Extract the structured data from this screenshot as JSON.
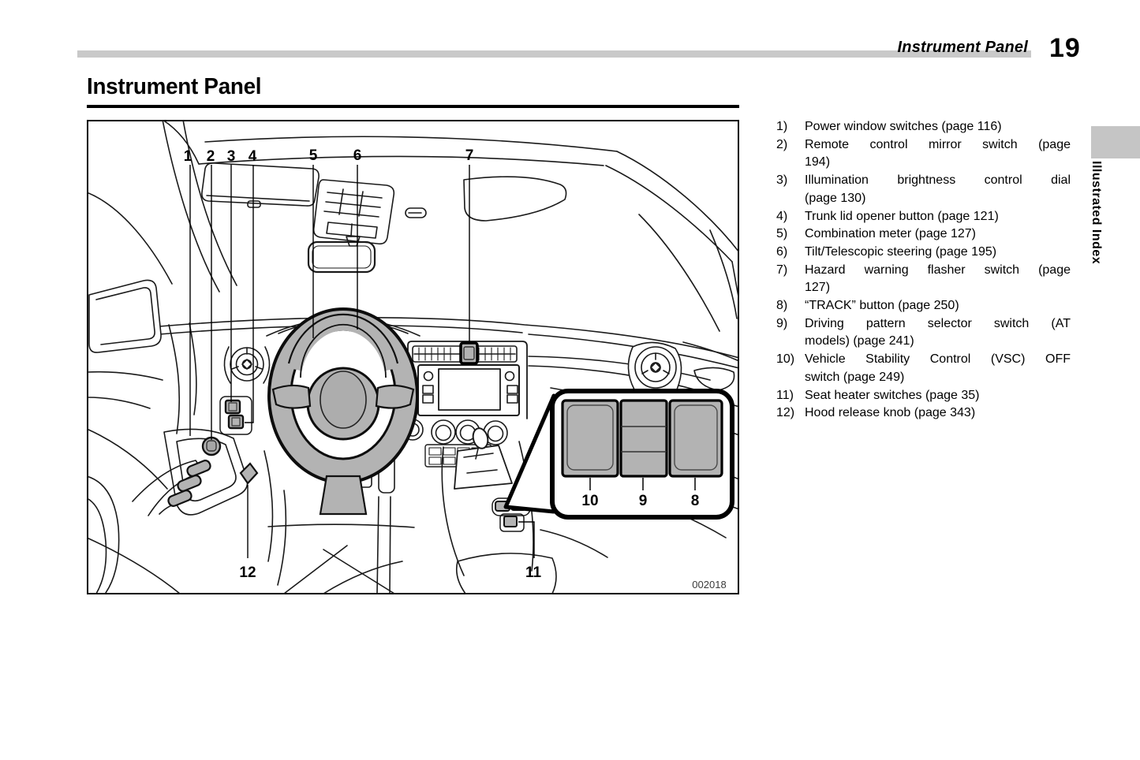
{
  "header": {
    "section": "Instrument Panel",
    "page_number": "19"
  },
  "title": "Instrument Panel",
  "side_tab": {
    "label": "Illustrated Index"
  },
  "figure": {
    "code": "002018",
    "callouts": {
      "c1": "1",
      "c2": "2",
      "c3": "3",
      "c4": "4",
      "c5": "5",
      "c6": "6",
      "c7": "7",
      "c8": "8",
      "c9": "9",
      "c10": "10",
      "c11": "11",
      "c12": "12"
    }
  },
  "legend": {
    "items": [
      {
        "num": "1)",
        "lines": [
          "Power window switches (page 116)"
        ]
      },
      {
        "num": "2)",
        "lines": [
          "Remote control mirror switch (page",
          "194)"
        ]
      },
      {
        "num": "3)",
        "lines": [
          "Illumination brightness control dial",
          "(page 130)"
        ]
      },
      {
        "num": "4)",
        "lines": [
          "Trunk lid opener button (page 121)"
        ]
      },
      {
        "num": "5)",
        "lines": [
          "Combination meter (page 127)"
        ]
      },
      {
        "num": "6)",
        "lines": [
          "Tilt/Telescopic steering (page 195)"
        ]
      },
      {
        "num": "7)",
        "lines": [
          "Hazard warning flasher switch (page",
          "127)"
        ]
      },
      {
        "num": "8)",
        "lines": [
          "“TRACK” button (page 250)"
        ]
      },
      {
        "num": "9)",
        "lines": [
          "Driving pattern selector switch (AT",
          "models) (page 241)"
        ]
      },
      {
        "num": "10)",
        "lines": [
          "Vehicle Stability Control (VSC) OFF",
          "switch (page 249)"
        ]
      },
      {
        "num": "11)",
        "lines": [
          "Seat heater switches (page 35)"
        ]
      },
      {
        "num": "12)",
        "lines": [
          "Hood release knob (page 343)"
        ]
      }
    ]
  },
  "colors": {
    "rule_gray": "#c9c9c9",
    "tab_gray": "#c5c5c5",
    "diagram_gray": "#b3b3b3",
    "ink": "#1a1a1a"
  }
}
